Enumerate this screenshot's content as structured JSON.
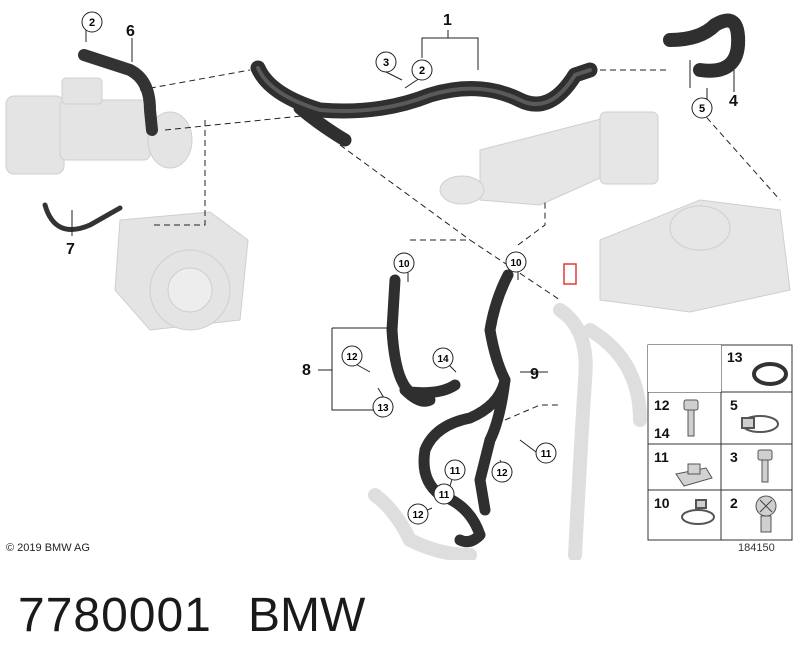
{
  "copyright": "© 2019 BMW AG",
  "diagram_code": "184150",
  "part_number": "7780001",
  "brand": "BMW",
  "callouts": {
    "c1": "1",
    "c2a": "2",
    "c2b": "2",
    "c3": "3",
    "c4": "4",
    "c5": "5",
    "c6": "6",
    "c7": "7",
    "c8": "8",
    "c9": "9",
    "c10a": "10",
    "c10b": "10",
    "c11a": "11",
    "c11b": "11",
    "c11c": "11",
    "c12a": "12",
    "c12b": "12",
    "c12c": "12",
    "c13": "13",
    "c14": "14"
  },
  "legend": {
    "r1a": "13",
    "r2a": "12",
    "r2b": "14",
    "r2c": "5",
    "r3a": "11",
    "r3b": "3",
    "r4a": "10",
    "r4b": "2"
  },
  "colors": {
    "hose": "#2f2f2f",
    "ghost": "#dcdcdc",
    "highlight": "#e53935"
  }
}
